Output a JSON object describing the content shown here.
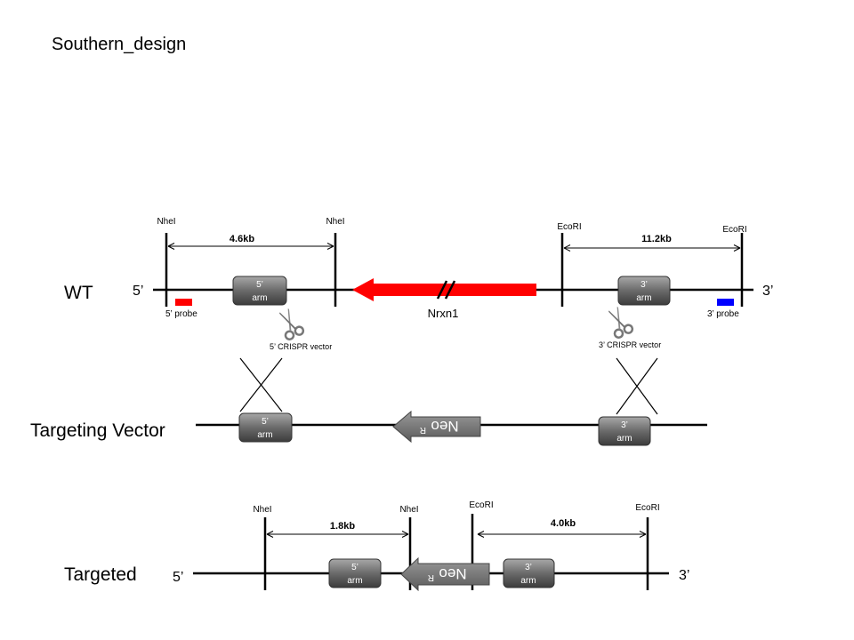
{
  "title": "Southern_design",
  "wt": {
    "label": "WT",
    "end5": "5’",
    "end3": "3’",
    "sites": {
      "nhe1": "NheI",
      "nhe2": "NheI",
      "eco1": "EcoRI",
      "eco2": "EcoRI"
    },
    "size_5": "4.6kb",
    "size_3": "11.2kb",
    "arm5": {
      "line1": "5’",
      "line2": "arm"
    },
    "arm3": {
      "line1": "3’",
      "line2": "arm"
    },
    "probe5": "5’ probe",
    "probe3": "3’ probe",
    "gene": "Nrxn1",
    "crispr5": "5’ CRISPR   vector",
    "crispr3": "3’ CRISPR   vector"
  },
  "tv": {
    "label": "Targeting Vector",
    "arm5": {
      "line1": "5’",
      "line2": "arm"
    },
    "arm3": {
      "line1": "3’",
      "line2": "arm"
    },
    "neo": "Neo",
    "neo_sup": "R"
  },
  "targeted": {
    "label": "Targeted",
    "end5": "5’",
    "end3": "3’",
    "sites": {
      "nhe1": "NheI",
      "nhe2": "NheI",
      "eco1": "EcoRI",
      "eco2": "EcoRI"
    },
    "size_5": "1.8kb",
    "size_3": "4.0kb",
    "arm5": {
      "line1": "5’",
      "line2": "arm"
    },
    "arm3": {
      "line1": "3’",
      "line2": "arm"
    },
    "neo": "Neo",
    "neo_sup": "R"
  },
  "colors": {
    "gene_arrow": "#ff0000",
    "probe5": "#ff0000",
    "probe3": "#0000ff",
    "arm": "#666666",
    "neo": "#7a7a7a"
  }
}
